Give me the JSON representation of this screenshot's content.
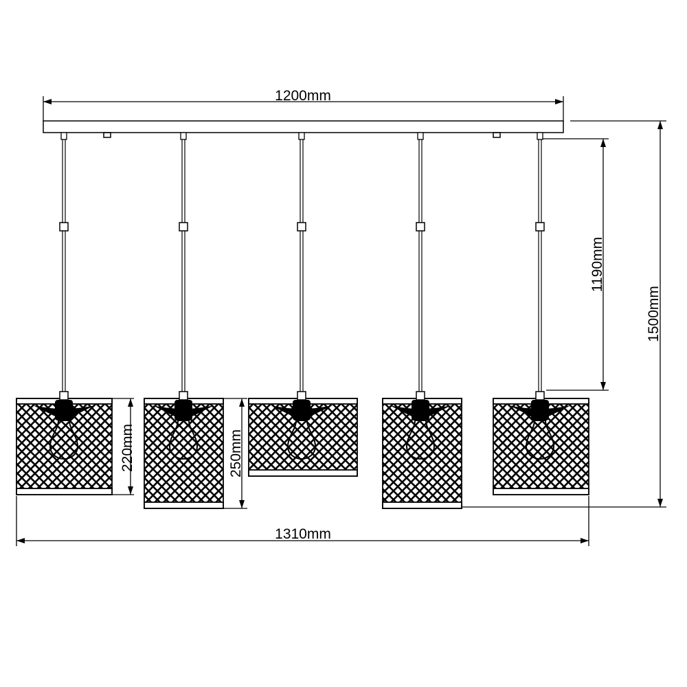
{
  "title": "Pendant lamp dimension drawing",
  "colors": {
    "line": "#000000",
    "background": "#ffffff"
  },
  "dimensions": {
    "canopy_width": "1200mm",
    "total_width": "1310mm",
    "total_height": "1500mm",
    "cord_length": "1190mm",
    "short_shade_height": "220mm",
    "tall_shade_height": "250mm"
  }
}
